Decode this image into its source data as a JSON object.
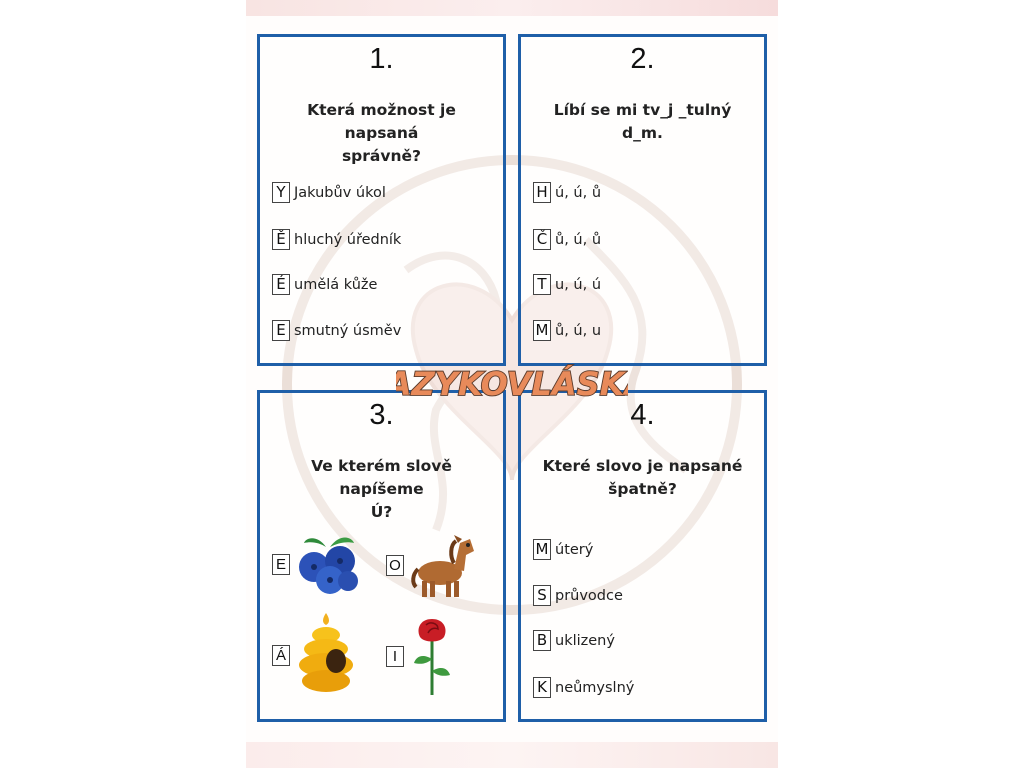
{
  "logo_text": "JAZYKOVLÁSKA",
  "cards": [
    {
      "number": "1.",
      "question_line1": "Která možnost je napsaná",
      "question_line2": "správně?",
      "options": [
        {
          "letter": "Y",
          "text": "Jakubův úkol"
        },
        {
          "letter": "Ě",
          "text": "hluchý úředník"
        },
        {
          "letter": "É",
          "text": "umělá kůže"
        },
        {
          "letter": "E",
          "text": "smutný úsměv"
        }
      ]
    },
    {
      "number": "2.",
      "question_line1": "Líbí se mi tv_j _tulný d_m.",
      "options": [
        {
          "letter": "H",
          "text": "ú, ú, ů"
        },
        {
          "letter": "Č",
          "text": "ů, ú, ů"
        },
        {
          "letter": "T",
          "text": "u, ú, ú"
        },
        {
          "letter": "M",
          "text": "ů, ú, u"
        }
      ]
    },
    {
      "number": "3.",
      "question_line1": "Ve kterém slově napíšeme",
      "question_line2": "Ú?",
      "options": [
        {
          "letter": "E",
          "icon": "blueberries-icon"
        },
        {
          "letter": "O",
          "icon": "horse-icon"
        },
        {
          "letter": "Á",
          "icon": "beehive-icon"
        },
        {
          "letter": "I",
          "icon": "rose-icon"
        }
      ]
    },
    {
      "number": "4.",
      "question_line1": "Které slovo je napsané",
      "question_line2": "špatně?",
      "options": [
        {
          "letter": "M",
          "text": "úterý"
        },
        {
          "letter": "S",
          "text": "průvodce"
        },
        {
          "letter": "B",
          "text": "uklizený"
        },
        {
          "letter": "K",
          "text": "neůmyslný"
        }
      ]
    }
  ],
  "colors": {
    "card_border": "#1f5fa8",
    "logo_fill": "#e88a5a",
    "logo_outline": "#5a3a2a"
  }
}
